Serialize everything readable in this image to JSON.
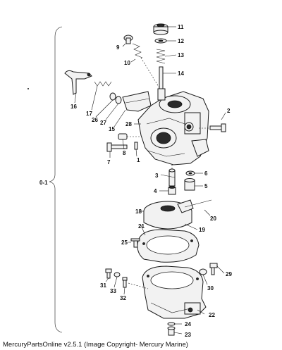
{
  "assembly_label": "0-1",
  "callouts": [
    "1",
    "2",
    "3",
    "4",
    "5",
    "6",
    "7",
    "8",
    "9",
    "10",
    "11",
    "12",
    "13",
    "14",
    "15",
    "16",
    "17",
    "18",
    "19",
    "20",
    "21",
    "22",
    "23",
    "24",
    "25",
    "26",
    "27",
    "28",
    "29",
    "30",
    "31",
    "32",
    "33"
  ],
  "footer": "MercuryPartsOnline v2.5.1 (Image Copyright- Mercury Marine)"
}
